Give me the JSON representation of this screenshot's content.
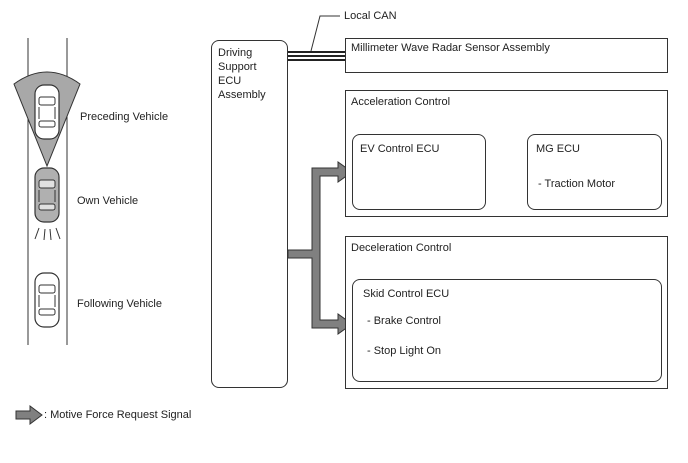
{
  "vehicles": {
    "preceding": "Preceding Vehicle",
    "own": "Own Vehicle",
    "following": "Following Vehicle"
  },
  "local_can": "Local CAN",
  "driving_support_ecu": {
    "line1": "Driving",
    "line2": "Support",
    "line3": "ECU",
    "line4": "Assembly"
  },
  "radar_sensor": "Millimeter Wave Radar Sensor Assembly",
  "acceleration": {
    "title": "Acceleration Control",
    "ev_ecu": "EV Control ECU",
    "mg_ecu": "MG ECU",
    "mg_item": "- Traction Motor"
  },
  "deceleration": {
    "title": "Deceleration Control",
    "skid_ecu": "Skid Control ECU",
    "items": [
      "- Brake Control",
      "- Stop Light On"
    ]
  },
  "legend": {
    "label": ": Motive Force Request Signal"
  },
  "colors": {
    "arrow_fill": "#808080",
    "radar_fan": "#a8a8a8",
    "outline": "#333333"
  }
}
